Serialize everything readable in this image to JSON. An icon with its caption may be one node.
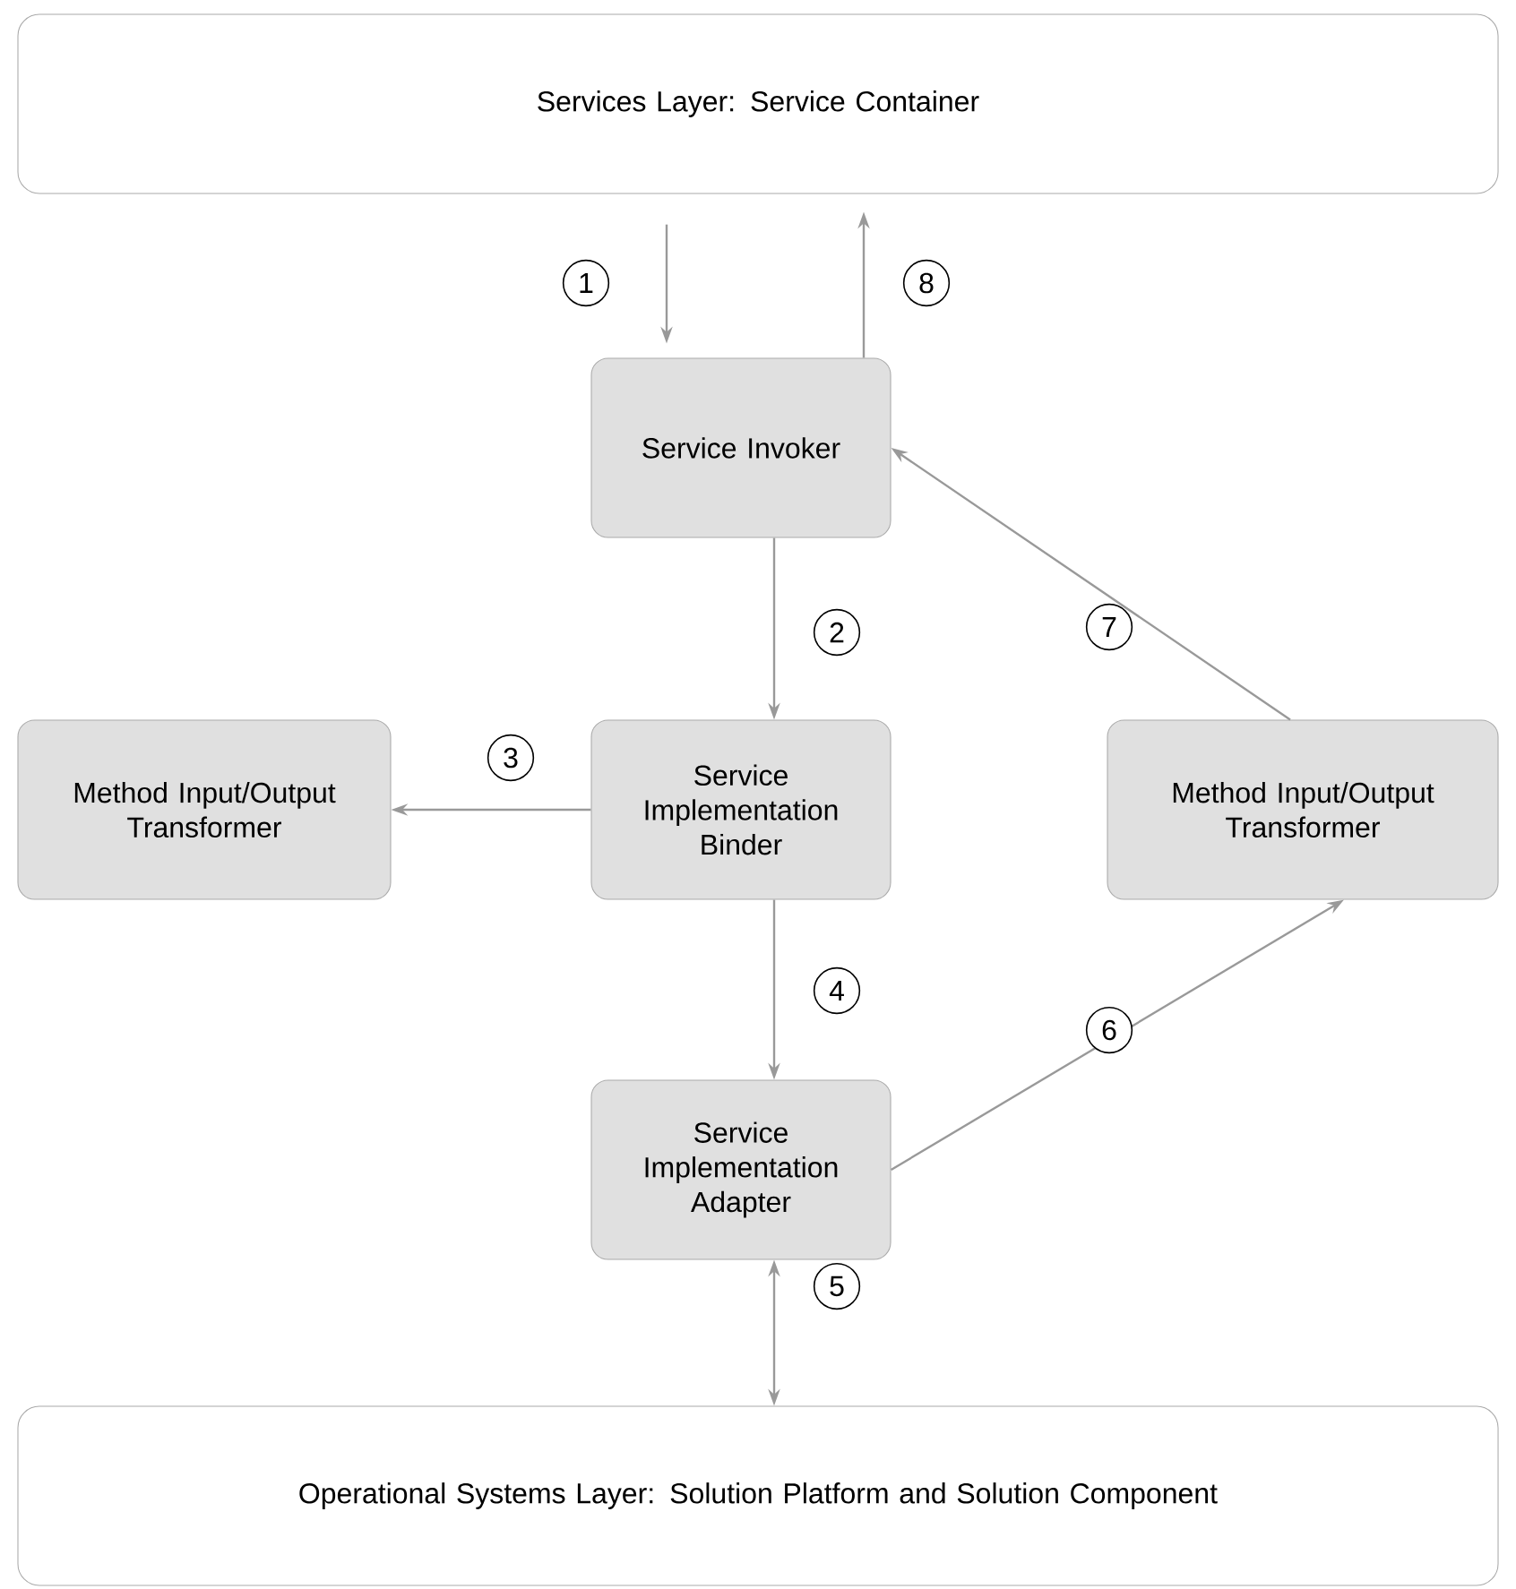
{
  "diagram": {
    "nodes": [
      {
        "text": [
          "Services Layer: Service Container"
        ]
      },
      {
        "text": [
          "Service Invoker"
        ]
      },
      {
        "text": [
          "Method Input/Output Transformer"
        ]
      },
      {
        "text": [
          "Service Implementation Binder"
        ]
      },
      {
        "text": [
          "Method Input/Output Transformer"
        ]
      },
      {
        "text": [
          "Service Implementation Adapter"
        ]
      },
      {
        "text": [
          "Operational Systems Layer: Solution Platform and Solution Component"
        ]
      }
    ],
    "edges": [
      {
        "from": 0,
        "to": 1,
        "arrow": "to",
        "label": "1"
      },
      {
        "from": 1,
        "to": 0,
        "arrow": "to",
        "label": "8"
      },
      {
        "from": 1,
        "to": 3,
        "arrow": "to",
        "label": "2"
      },
      {
        "from": 3,
        "to": 2,
        "arrow": "to",
        "label": "3"
      },
      {
        "from": 3,
        "to": 5,
        "arrow": "to",
        "label": "4"
      },
      {
        "from": 5,
        "to": 6,
        "arrow": "both",
        "label": "5"
      },
      {
        "from": 5,
        "to": 4,
        "arrow": "to",
        "label": "6"
      },
      {
        "from": 4,
        "to": 1,
        "arrow": "to",
        "label": "7"
      }
    ]
  }
}
